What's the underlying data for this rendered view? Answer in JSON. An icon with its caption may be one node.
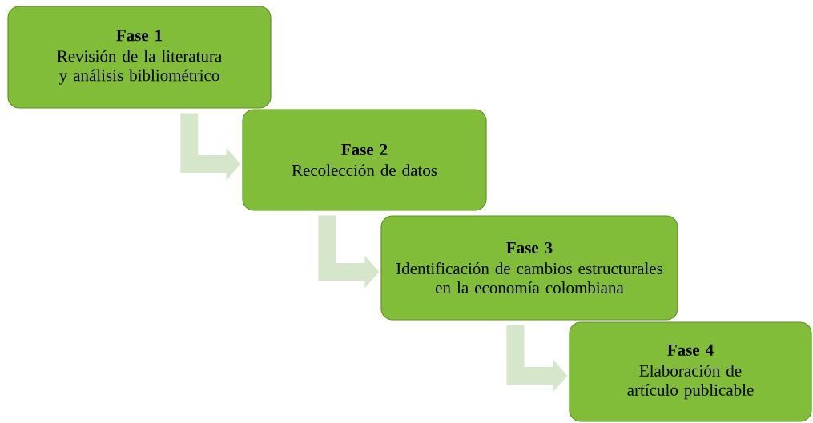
{
  "diagram": {
    "nodes": [
      {
        "text": [
          "Fase 1",
          "Revisión de la literatura y análisis bibliométrico"
        ]
      },
      {
        "text": [
          "Fase 2",
          "Recolección de datos"
        ]
      },
      {
        "text": [
          "Fase 3",
          "Identificación de cambios estructurales en la economía colombiana"
        ]
      },
      {
        "text": [
          "Fase 4",
          "Elaboración de artículo publicable"
        ]
      }
    ],
    "edges": [
      {
        "from": 0,
        "to": 1,
        "arrow": "to"
      },
      {
        "from": 1,
        "to": 2,
        "arrow": "to"
      },
      {
        "from": 2,
        "to": 3,
        "arrow": "to"
      }
    ]
  }
}
